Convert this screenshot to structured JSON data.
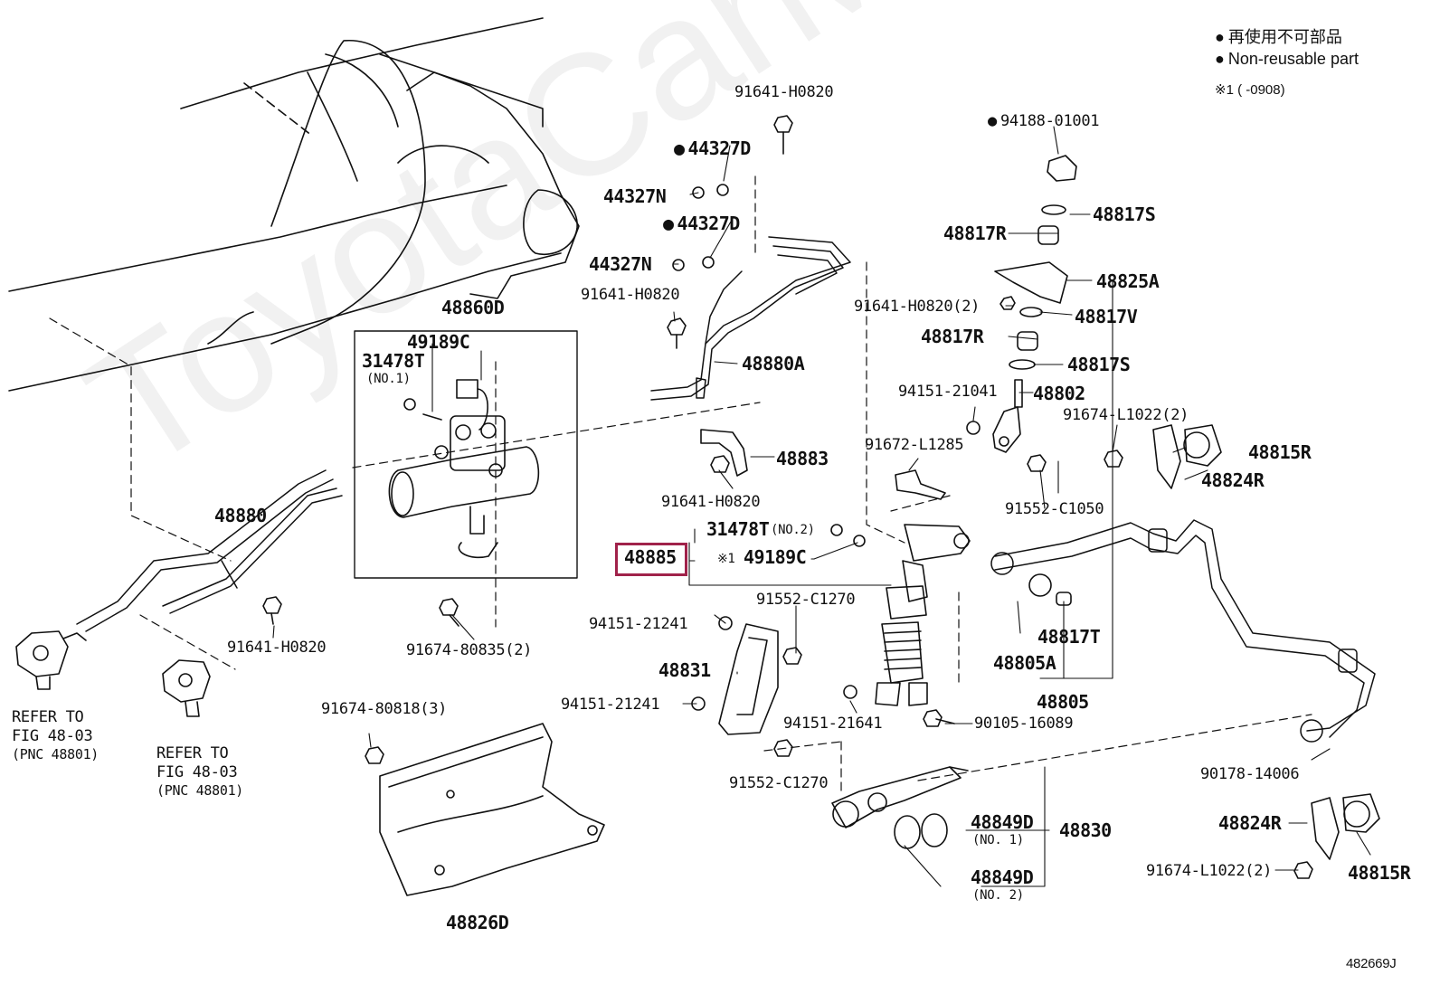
{
  "legend": {
    "line1": "再使用不可部品",
    "line2": "Non-reusable part",
    "note": "※1 (    -0908)"
  },
  "watermark": "ToyotaCarMe.ru",
  "figure_code": "482669J",
  "highlighted_part": "48885",
  "parts": {
    "p91641_top": "91641-H0820",
    "p44327d_1": "44327D",
    "p44327n_1": "44327N",
    "p44327d_2": "44327D",
    "p44327n_2": "44327N",
    "p91641_mid": "91641-H0820",
    "p48880a": "48880A",
    "p48883": "48883",
    "p91641_lower": "91641-H0820",
    "p48860d": "48860D",
    "p49189c_box": "49189C",
    "p31478t_box": "31478T",
    "p31478t_box_sub": "(NO.1)",
    "p48880": "48880",
    "p91641_left": "91641-H0820",
    "p91674_808352": "91674-80835(2)",
    "p31478t_no2": "31478T",
    "p31478t_no2_sub": "(NO.2)",
    "p49189c_mark": "※1",
    "p49189c": "49189C",
    "p91552_c1270_a": "91552-C1270",
    "p94151_21241_a": "94151-21241",
    "p48831": "48831",
    "p94151_21241_b": "94151-21241",
    "p94151_21641": "94151-21641",
    "p90105": "90105-16089",
    "p91552_c1270_b": "91552-C1270",
    "p91674_808183": "91674-80818(3)",
    "p48826d": "48826D",
    "p94188": "94188-01001",
    "p48817s_1": "48817S",
    "p48817r_1": "48817R",
    "p48825a": "48825A",
    "p91641_h0820_2": "91641-H0820(2)",
    "p48817v": "48817V",
    "p48817r_2": "48817R",
    "p48817s_2": "48817S",
    "p94151_21041": "94151-21041",
    "p48802": "48802",
    "p91674_l1022_a": "91674-L1022(2)",
    "p48815r_a": "48815R",
    "p48824r_a": "48824R",
    "p91672": "91672-L1285",
    "p91552_c1050": "91552-C1050",
    "p48817t": "48817T",
    "p48805a": "48805A",
    "p48805": "48805",
    "p90178": "90178-14006",
    "p48849d_1": "48849D",
    "p48849d_1_sub": "(NO. 1)",
    "p48830": "48830",
    "p48849d_2": "48849D",
    "p48849d_2_sub": "(NO. 2)",
    "p48824r_b": "48824R",
    "p91674_l1022_b": "91674-L1022(2)",
    "p48815r_b": "48815R"
  },
  "refs": {
    "left_1": "REFER TO",
    "left_2": "FIG 48-03",
    "left_3": "(PNC 48801)",
    "mid_1": "REFER TO",
    "mid_2": "FIG 48-03",
    "mid_3": "(PNC 48801)"
  }
}
